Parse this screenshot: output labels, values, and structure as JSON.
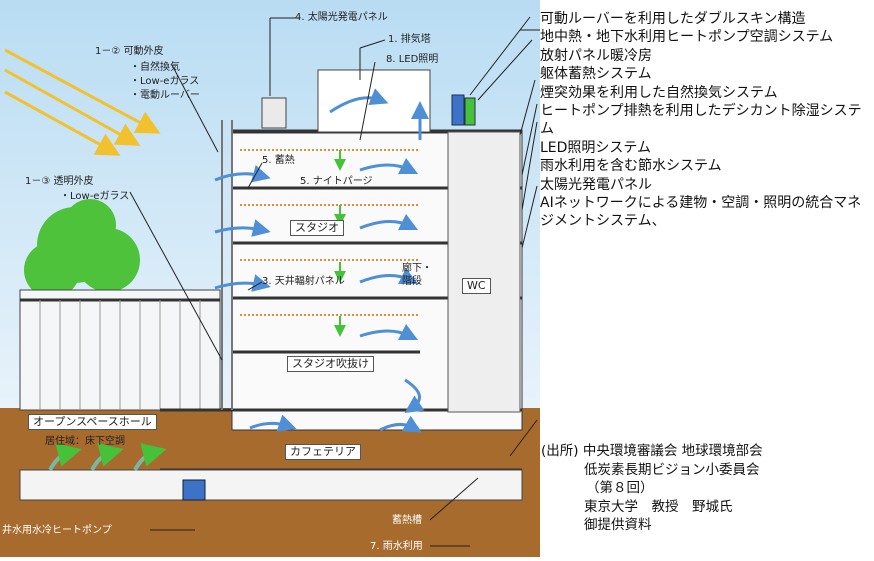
{
  "diagram": {
    "labels": {
      "solar_panel": "4. 太陽光発電パネル",
      "exhaust_tower": "1. 排気塔",
      "led": "8. LED照明",
      "movable_skin": "1－② 可動外皮",
      "movable_skin_1": "・自然換気",
      "movable_skin_2": "・Low-eガラス",
      "movable_skin_3": "・電動ルーバー",
      "transparent_skin": "1－③ 透明外皮",
      "transparent_skin_1": "・Low-eガラス",
      "thermal_storage_5": "5. 蓄熱",
      "night_purge": "5. ナイトパージ",
      "radiant_ceiling": "3. 天井輻射パネル",
      "living_area": "居住域：床下空調",
      "well_heat_pump": "井水用水冷ヒートポンプ",
      "storage_tank": "蓄熱槽",
      "rainwater": "7. 雨水利用"
    },
    "rooms": {
      "studio": "スタジオ",
      "studio_atrium": "スタジオ吹抜け",
      "open_space_hall": "オープンスペースホール",
      "cafeteria": "カフェテリア",
      "wc": "WC",
      "corridor": "廊下・階段"
    },
    "colors": {
      "sky": "#cfe6f6",
      "ground": "#a86b2e",
      "tree": "#4dc23a",
      "sun_arrow": "#f2c12e",
      "air_arrow": "#4f8fd6",
      "green_arrow": "#46c23a",
      "pipe_orange": "#e48a3c"
    }
  },
  "features": [
    "可動ルーバーを利用したダブルスキン構造",
    "地中熱・地下水利用ヒートポンプ空調システム",
    "放射パネル暖冷房",
    "躯体蓄熱システム",
    "煙突効果を利用した自然換気システム",
    "ヒートポンプ排熱を利用したデシカント除湿システム",
    "LED照明システム",
    "雨水利用を含む節水システム",
    "太陽光発電パネル",
    "AIネットワークによる建物・空調・照明の統合マネジメントシステム、"
  ],
  "source": {
    "line1": "(出所) 中央環境審議会 地球環境部会",
    "line2": "低炭素長期ビジョン小委員会",
    "line3": "（第８回）",
    "line4": "東京大学　教授　野城氏",
    "line5": "御提供資料"
  }
}
